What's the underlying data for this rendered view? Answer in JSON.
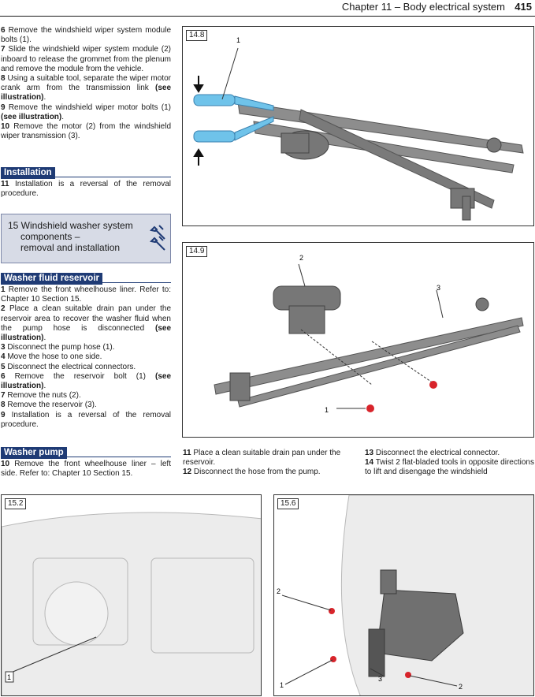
{
  "header": {
    "chapter": "Chapter 11 – Body electrical system",
    "page": "415"
  },
  "left_top": [
    {
      "n": "6",
      "text": "Remove the windshield wiper system module bolts (1)."
    },
    {
      "n": "7",
      "text": "Slide the windshield wiper system module (2) inboard to release the grommet from the plenum and remove the module from the vehicle."
    },
    {
      "n": "8",
      "text": "Using a suitable tool, separate the wiper motor crank arm from the transmission link",
      "bold": "(see illustration)",
      "tail": "."
    },
    {
      "n": "9",
      "text": "Remove the windshield wiper motor bolts (1)",
      "bold": "(see illustration)",
      "tail": "."
    },
    {
      "n": "10",
      "text": "Remove the motor (2) from the windshield wiper transmission (3)."
    }
  ],
  "installation": {
    "heading": "Installation",
    "para": {
      "n": "11",
      "text": "Installation is a reversal of the removal procedure."
    }
  },
  "chapter_box": {
    "line1": "15 Windshield washer system",
    "line2": "components –",
    "line3": "removal and installation"
  },
  "reservoir": {
    "heading": "Washer fluid reservoir",
    "paras": [
      {
        "n": "1",
        "text": "Remove the front wheelhouse liner. Refer to: Chapter 10 Section 15."
      },
      {
        "n": "2",
        "text": "Place a clean suitable drain pan under the reservoir area to recover the washer fluid when the pump hose is disconnected",
        "bold": "(see illustration)",
        "tail": "."
      },
      {
        "n": "3",
        "text": "Disconnect the pump hose (1)."
      },
      {
        "n": "4",
        "text": "Move the hose to one side."
      },
      {
        "n": "5",
        "text": "Disconnect the electrical connectors."
      },
      {
        "n": "6",
        "text": "Remove the reservoir bolt (1)",
        "bold": "(see illustration)",
        "tail": "."
      },
      {
        "n": "7",
        "text": "Remove the nuts (2)."
      },
      {
        "n": "8",
        "text": "Remove the reservoir (3)."
      },
      {
        "n": "9",
        "text": "Installation is a reversal of the removal procedure."
      }
    ]
  },
  "pump": {
    "heading": "Washer pump",
    "para": {
      "n": "10",
      "text": "Remove the front wheelhouse liner – left side. Refer to: Chapter 10 Section 15."
    }
  },
  "mid_col": [
    {
      "n": "11",
      "text": "Place a clean suitable drain pan under the reservoir."
    },
    {
      "n": "12",
      "text": "Disconnect the hose from the pump."
    }
  ],
  "right_col": [
    {
      "n": "13",
      "text": "Disconnect the electrical connector."
    },
    {
      "n": "14",
      "text": "Twist 2 flat-bladed tools in opposite directions to lift and disengage the windshield"
    }
  ],
  "figures": {
    "f148": {
      "tag": "14.8",
      "callouts": [
        "1"
      ]
    },
    "f149": {
      "tag": "14.9",
      "callouts": [
        "2",
        "3",
        "1"
      ]
    },
    "f152": {
      "tag": "15.2",
      "callouts": [
        "1"
      ]
    },
    "f156": {
      "tag": "15.6",
      "callouts": [
        "2",
        "1",
        "3",
        "2"
      ]
    }
  },
  "colors": {
    "section_blue": "#1f3b75",
    "box_fill": "#d7dbe6",
    "tool_blue": "#6fc3ea",
    "bolt_red": "#d8242b"
  }
}
